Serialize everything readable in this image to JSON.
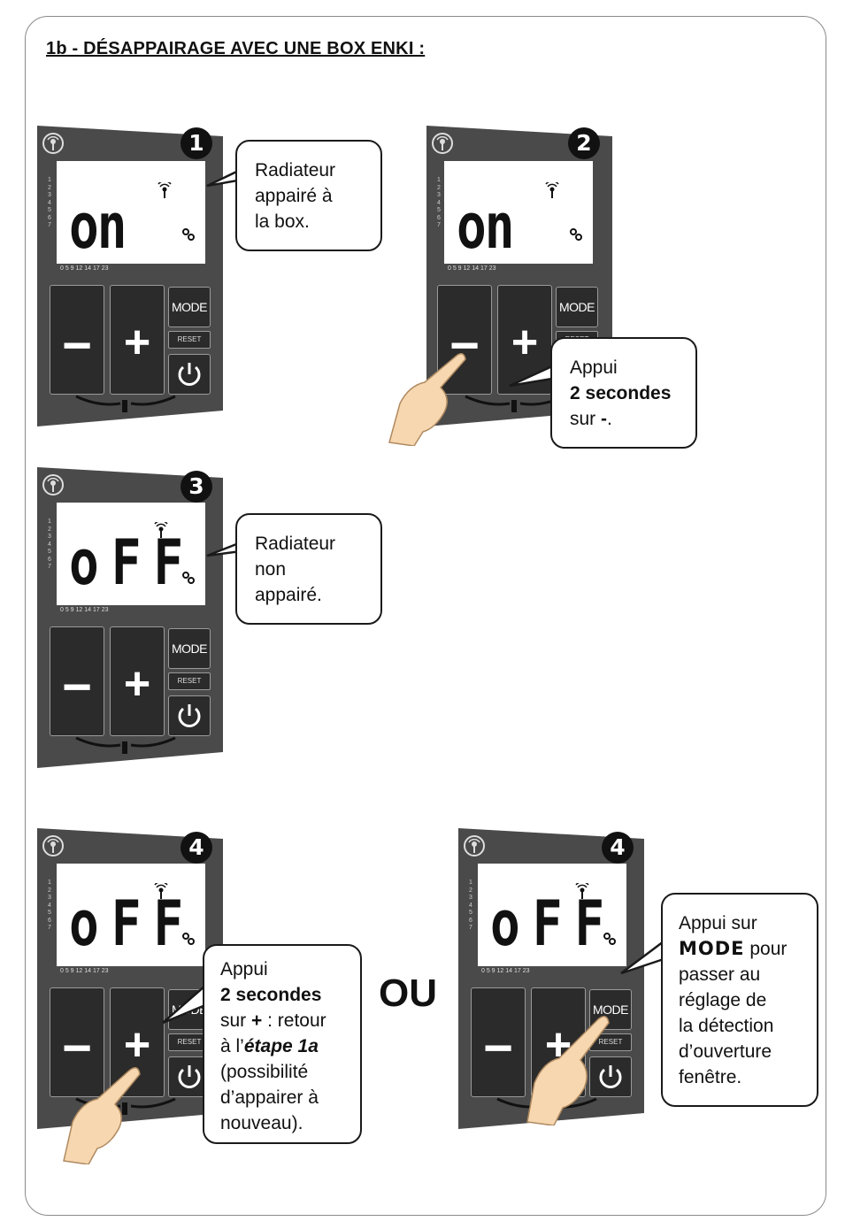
{
  "title": "1b - DÉSAPPAIRAGE AVEC UNE BOX ENKI :",
  "separator": "OU",
  "device_common": {
    "mode_label": "MODE",
    "reset_label": "RESET",
    "minus_symbol": "−",
    "plus_symbol": "+",
    "side_scale": [
      "1",
      "2",
      "3",
      "4",
      "5",
      "6",
      "7"
    ],
    "bottom_scale": "0     5     9  12 14  17          23",
    "body_color": "#4a4a4a",
    "screen_color": "#ffffff"
  },
  "steps": [
    {
      "badge": "1",
      "display": "on"
    },
    {
      "badge": "2",
      "display": "on"
    },
    {
      "badge": "3",
      "display": "oFF"
    },
    {
      "badge": "4",
      "display": "oFF"
    },
    {
      "badge": "4",
      "display": "oFF"
    }
  ],
  "bubbles": {
    "b1": {
      "line1": "Radiateur",
      "line2": "appairé à",
      "line3": "la box."
    },
    "b2": {
      "line1": "Appui",
      "bold": "2 secondes",
      "line3a": "sur ",
      "bold2": "-",
      "line3b": "."
    },
    "b3": {
      "line1": "Radiateur",
      "line2": "non",
      "line3": "appairé."
    },
    "b4": {
      "line1": "Appui",
      "bold": "2 secondes",
      "l3a": "sur ",
      "bold2": "+",
      "l3b": " : retour",
      "l4a": "à l’",
      "l4b": "étape 1a",
      "l5": "(possibilité",
      "l6": "d’appairer à",
      "l7": "nouveau)."
    },
    "b5": {
      "line1": "Appui sur",
      "bold": "MODE",
      "line2b": " pour",
      "line3": "passer au",
      "line4": "réglage de",
      "line5": "la détection",
      "line6": "d’ouverture",
      "line7": "fenêtre."
    }
  }
}
